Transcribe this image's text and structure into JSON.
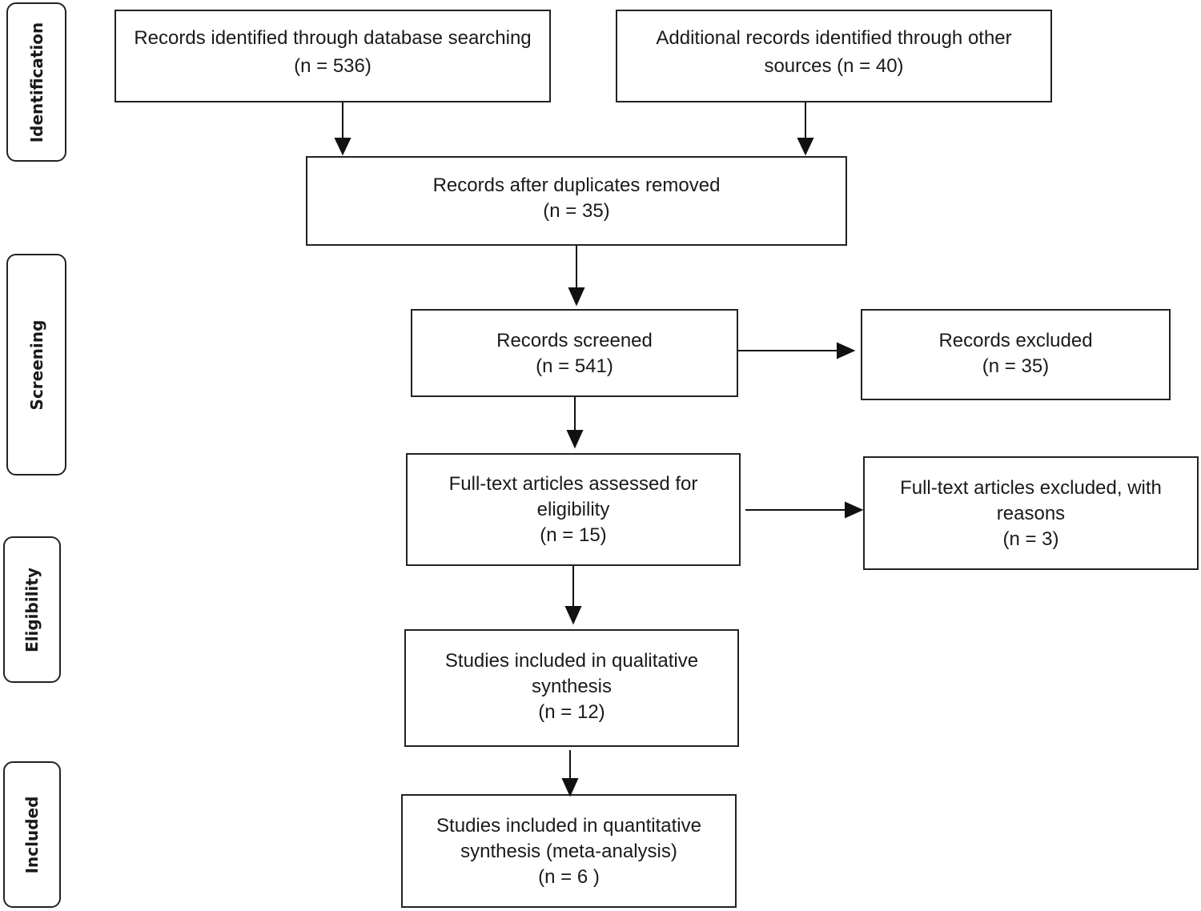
{
  "phases": {
    "identification": "Identification",
    "screening": "Screening",
    "eligibility": "Eligibility",
    "included": "Included"
  },
  "boxes": {
    "db_search": {
      "line1": "Records identified through database searching",
      "line2": "(n = 536)"
    },
    "other_sources": {
      "line1": "Additional records identified through other",
      "line2": "sources (n = 40)"
    },
    "duplicates_removed": {
      "line1": "Records after duplicates removed",
      "line2": "(n = 35)"
    },
    "screened": {
      "line1": "Records screened",
      "line2": "(n = 541)"
    },
    "excluded": {
      "line1": "Records excluded",
      "line2": "(n = 35)"
    },
    "fulltext_assessed": {
      "line1": "Full-text articles assessed  for",
      "line2": "eligibility",
      "line3": "(n = 15)"
    },
    "fulltext_excluded": {
      "line1": "Full-text articles excluded, with",
      "line2": "reasons",
      "line3": "(n = 3)"
    },
    "qualitative": {
      "line1": "Studies included in qualitative",
      "line2": "synthesis",
      "line3": "(n = 12)"
    },
    "quantitative": {
      "line1": "Studies included in quantitative",
      "line2": "synthesis (meta-analysis)",
      "line3": "(n = 6  )"
    }
  }
}
